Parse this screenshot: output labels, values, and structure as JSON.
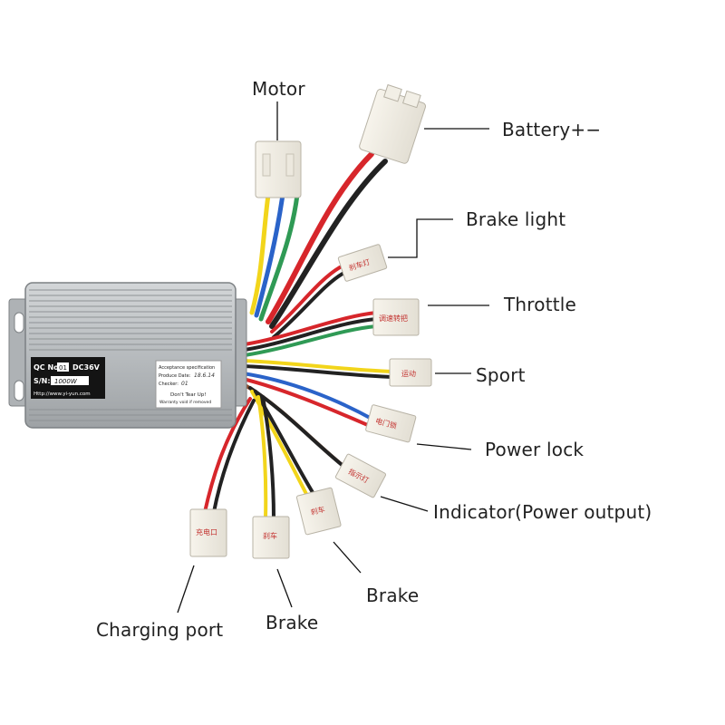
{
  "controller": {
    "qc_prefix": "QC No:",
    "qc_value": "01",
    "voltage": "DC36V",
    "sn_prefix": "S/N:",
    "sn_value": "1000W",
    "url": "Http://www.yi-yun.com",
    "sticker_line1": "Acceptance specification",
    "sticker_line2": "Produce Date:",
    "sticker_date": "18.6.14",
    "sticker_line3": "Checker:",
    "sticker_checker": "01",
    "sticker_line4": "Don't Tear Up!",
    "sticker_line5": "Warranty void if removed"
  },
  "connectors": {
    "brake_light": "刹车灯",
    "throttle": "调速转把",
    "sport": "运动",
    "power_lock": "电门锁",
    "indicator": "指示灯",
    "brake_a": "刹车",
    "brake_b": "刹车",
    "charging": "充电口"
  },
  "labels": {
    "motor": "Motor",
    "battery": "Battery+−",
    "brake_light": "Brake light",
    "throttle": "Throttle",
    "sport": "Sport",
    "power_lock": "Power lock",
    "indicator": "Indicator(Power output)",
    "brake_right": "Brake",
    "brake_left": "Brake",
    "charging_port": "Charging port"
  },
  "colors": {
    "wire_red": "#d7262b",
    "wire_black": "#222222",
    "wire_yellow": "#f2d51b",
    "wire_blue": "#2a63c9",
    "wire_green": "#2f9a55",
    "wire_brown": "#8a4b2a",
    "wire_white": "#f0f0f0",
    "housing": "#b9bdc1"
  }
}
